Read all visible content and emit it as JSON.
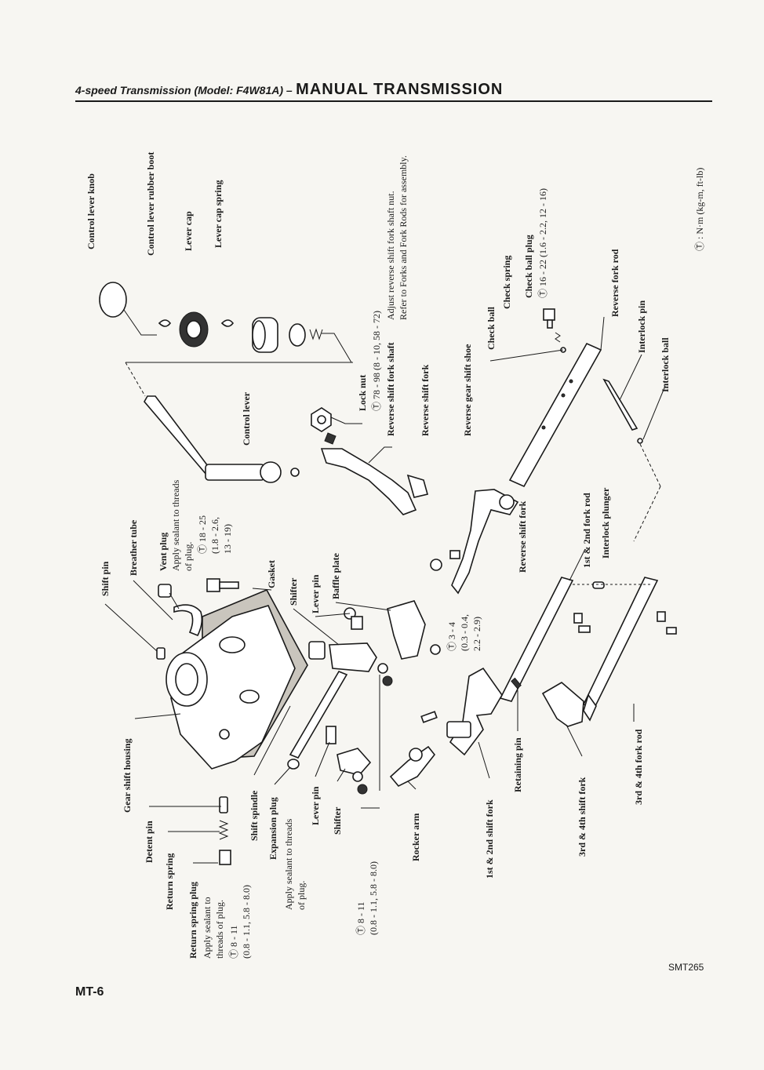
{
  "header": {
    "subtitle": "4-speed Transmission (Model: F4W81A) –",
    "title": "MANUAL TRANSMISSION"
  },
  "page_number": "MT-6",
  "figure_code": "SMT265",
  "torque_legend": "Ⓣ : N·m (kg-m, ft-lb)",
  "labels": {
    "control_lever_knob": "Control lever knob",
    "control_lever_rubber_boot": "Control lever rubber boot",
    "lever_cap": "Lever cap",
    "lever_cap_spring": "Lever cap spring",
    "lock_nut": "Lock nut",
    "lock_nut_torque": "Ⓣ 78 - 98 (8 - 10, 58 - 72)",
    "reverse_shift_fork_shaft": "Reverse shift fork shaft",
    "adjust_note_1": "Adjust reverse shift fork shaft nut.",
    "adjust_note_2": "Refer to Forks and Fork Rods for assembly.",
    "reverse_shift_fork_top": "Reverse shift fork",
    "reverse_gear_shift_shoe": "Reverse gear shift shoe",
    "control_lever": "Control lever",
    "check_ball": "Check ball",
    "check_spring": "Check spring",
    "check_ball_plug": "Check ball plug",
    "check_ball_plug_torque": "Ⓣ 16 - 22 (1.6 - 2.2, 12 - 16)",
    "reverse_fork_rod": "Reverse fork rod",
    "interlock_pin": "Interlock pin",
    "interlock_ball": "Interlock ball",
    "shift_pin": "Shift pin",
    "breather_tube": "Breather tube",
    "vent_plug": "Vent plug",
    "vent_plug_note_1": "Apply sealant to threads",
    "vent_plug_note_2": "of plug.",
    "vent_plug_torque_1": "Ⓣ 18 - 25",
    "vent_plug_torque_2": "(1.8 - 2.6,",
    "vent_plug_torque_3": "13 - 19)",
    "gasket": "Gasket",
    "shifter_top": "Shifter",
    "lever_pin_top": "Lever pin",
    "baffle_plate": "Baffle plate",
    "baffle_torque_1": "Ⓣ 3 - 4",
    "baffle_torque_2": "(0.3 - 0.4,",
    "baffle_torque_3": "2.2 - 2.9)",
    "reverse_shift_fork_mid": "Reverse shift fork",
    "first_second_fork_rod": "1st & 2nd fork rod",
    "interlock_plunger": "Interlock plunger",
    "gear_shift_housing": "Gear shift housing",
    "detent_pin": "Detent pin",
    "return_spring": "Return spring",
    "return_spring_plug": "Return spring plug",
    "return_plug_note_1": "Apply sealant to",
    "return_plug_note_2": "threads of plug.",
    "return_plug_torque_1": "Ⓣ 8 - 11",
    "return_plug_torque_2": "(0.8 - 1.1, 5.8 - 8.0)",
    "shift_spindle": "Shift spindle",
    "expansion_plug": "Expansion plug",
    "expansion_note_1": "Apply sealant to threads",
    "expansion_note_2": "of plug.",
    "lever_pin_bottom": "Lever pin",
    "shifter_bottom": "Shifter",
    "shifter_torque_1": "Ⓣ 8 - 11",
    "shifter_torque_2": "(0.8 - 1.1, 5.8 - 8.0)",
    "rocker_arm": "Rocker arm",
    "first_second_shift_fork": "1st & 2nd shift fork",
    "retaining_pin": "Retaining pin",
    "third_fourth_shift_fork": "3rd & 4th shift fork",
    "third_fourth_fork_rod": "3rd & 4th fork rod"
  }
}
